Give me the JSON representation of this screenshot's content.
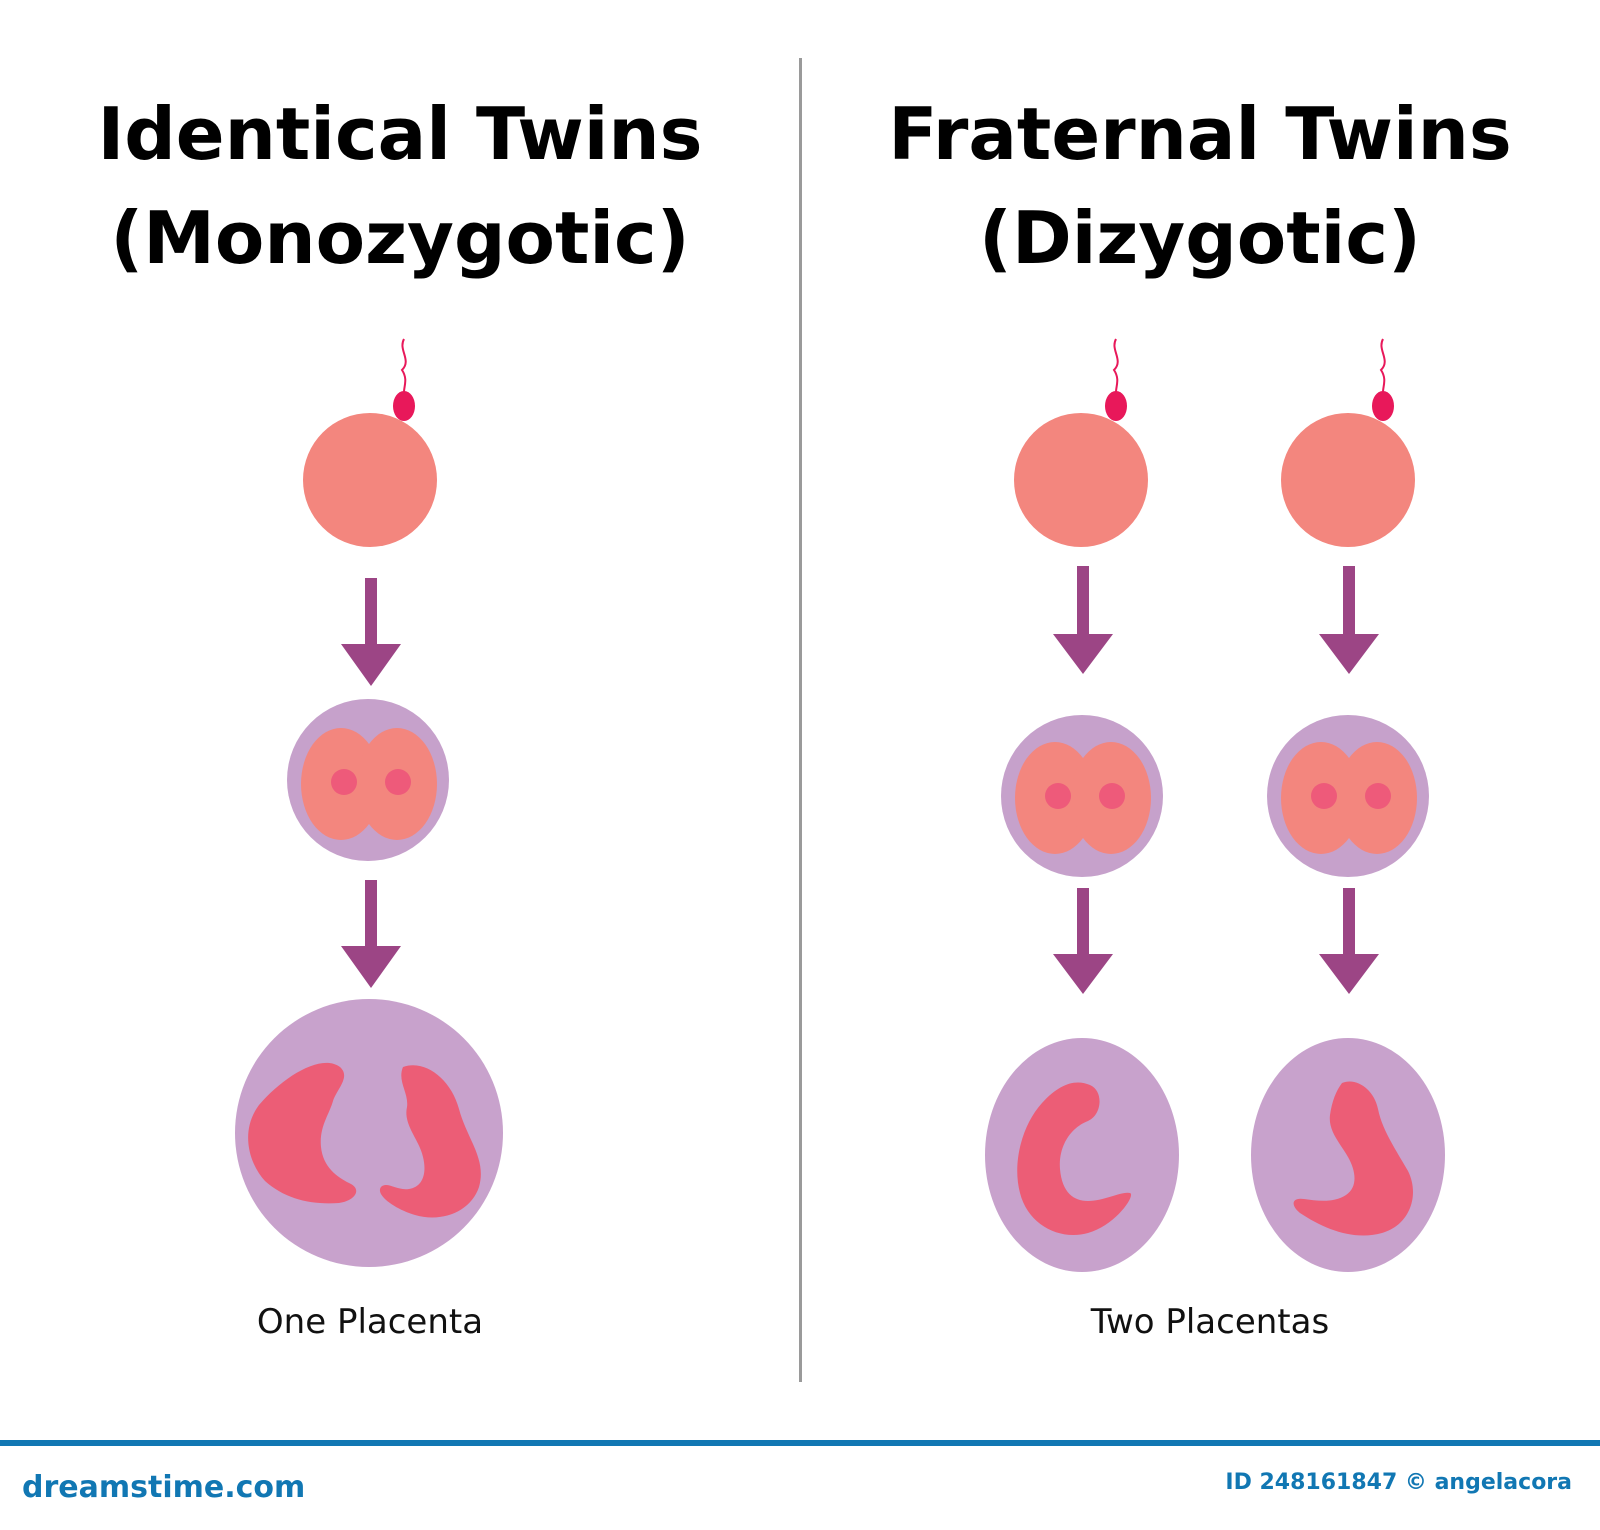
{
  "headings": {
    "left": {
      "line1": "Identical Twins",
      "line2": "(Monozygotic)"
    },
    "right": {
      "line1": "Fraternal Twins",
      "line2": "(Dizygotic)"
    }
  },
  "captions": {
    "left": "One Placenta",
    "right": "Two Placentas"
  },
  "colors": {
    "egg": "#f3867e",
    "sperm": "#e8185a",
    "arrow": "#9c4585",
    "zygote_outer": "#c6a1cb",
    "cell": "#f3867e",
    "nucleus": "#ee5a7a",
    "amnion": "#c8a2cc",
    "embryo": "#ec5d76",
    "divider": "#9a9a9a",
    "footer_accent": "#1177b3"
  },
  "footer": {
    "logo_text": "dreamstime.com",
    "image_id": "ID 248161847 © angelacora"
  }
}
